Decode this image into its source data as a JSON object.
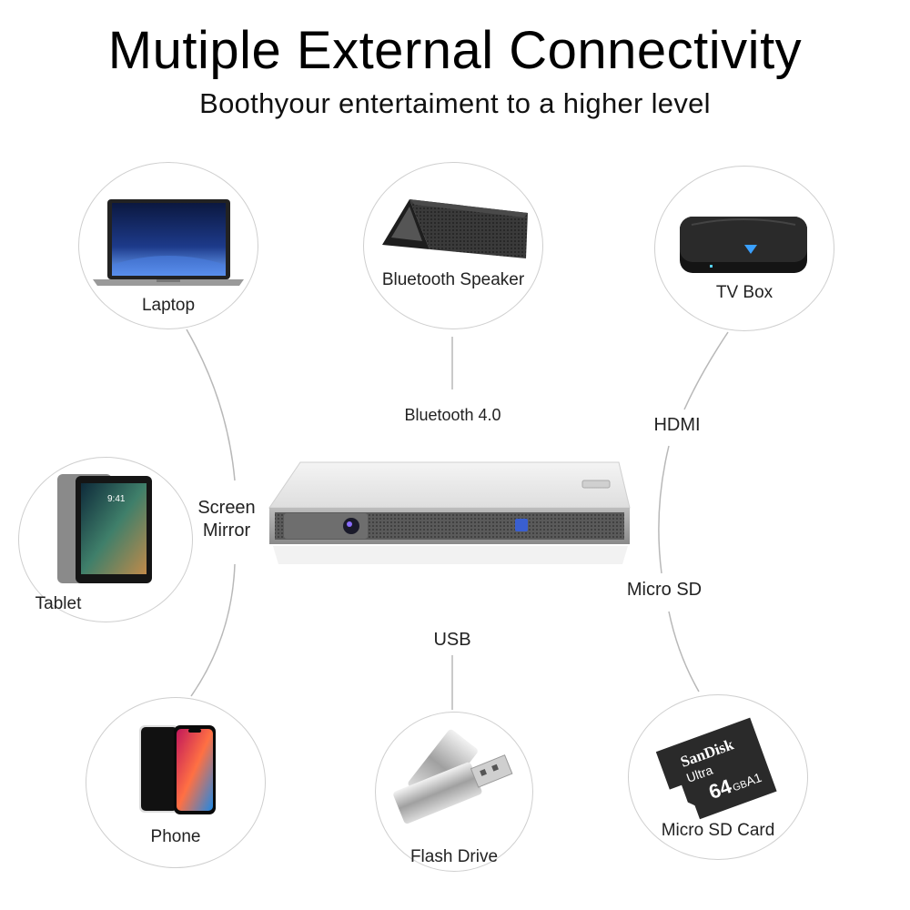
{
  "header": {
    "title": "Mutiple External Connectivity",
    "subtitle": "Boothyour entertaiment to a higher level"
  },
  "devices": {
    "laptop": "Laptop",
    "speaker": "Bluetooth Speaker",
    "tvbox": "TV Box",
    "tablet": "Tablet",
    "phone": "Phone",
    "flash": "Flash Drive",
    "sdcard": "Micro SD Card"
  },
  "connections": {
    "bluetooth": "Bluetooth 4.0",
    "hdmi": "HDMI",
    "screen_mirror_1": "Screen",
    "screen_mirror_2": "Mirror",
    "microsd": "Micro SD",
    "usb": "USB"
  },
  "artwork": {
    "tablet_time": "9:41",
    "sd_brand": "SanDisk",
    "sd_line": "Ultra",
    "sd_capacity": "64",
    "sd_unit": "GB",
    "sd_class": "A1"
  },
  "colors": {
    "circle_border": "#cfcfcf",
    "line": "#b8b8b8",
    "projector_body": "#e6e6e6",
    "accent_blue": "#3a5fd0"
  }
}
